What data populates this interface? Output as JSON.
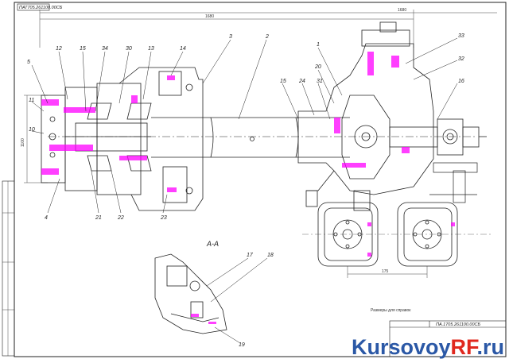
{
  "drawing": {
    "stamp_top": "ПАТ705.261100.00СБ",
    "stamp_bottom": "ПА.1705.261100.00СБ",
    "section_label": "А-А",
    "note": "Размеры для справок",
    "dim_left": "1100",
    "dim_top": "1680",
    "dim_bottom": "175",
    "colors": {
      "line": "#222222",
      "highlight": "#ff00ff"
    }
  },
  "callouts": {
    "c5": "5",
    "c12": "12",
    "c15": "15",
    "c34": "34",
    "c30": "30",
    "c13": "13",
    "c14": "14",
    "c3": "3",
    "c2": "2",
    "c1": "1",
    "c33": "33",
    "c32": "32",
    "c20": "20",
    "c11": "11",
    "c10": "10",
    "c15b": "15",
    "c24": "24",
    "c31": "31",
    "c16": "16",
    "c4": "4",
    "c21": "21",
    "c22": "22",
    "c23": "23",
    "c17": "17",
    "c18": "18",
    "c19": "19"
  },
  "watermark": {
    "brand": "Kursovoy",
    "accent": "RF",
    "suffix": ".ru"
  }
}
